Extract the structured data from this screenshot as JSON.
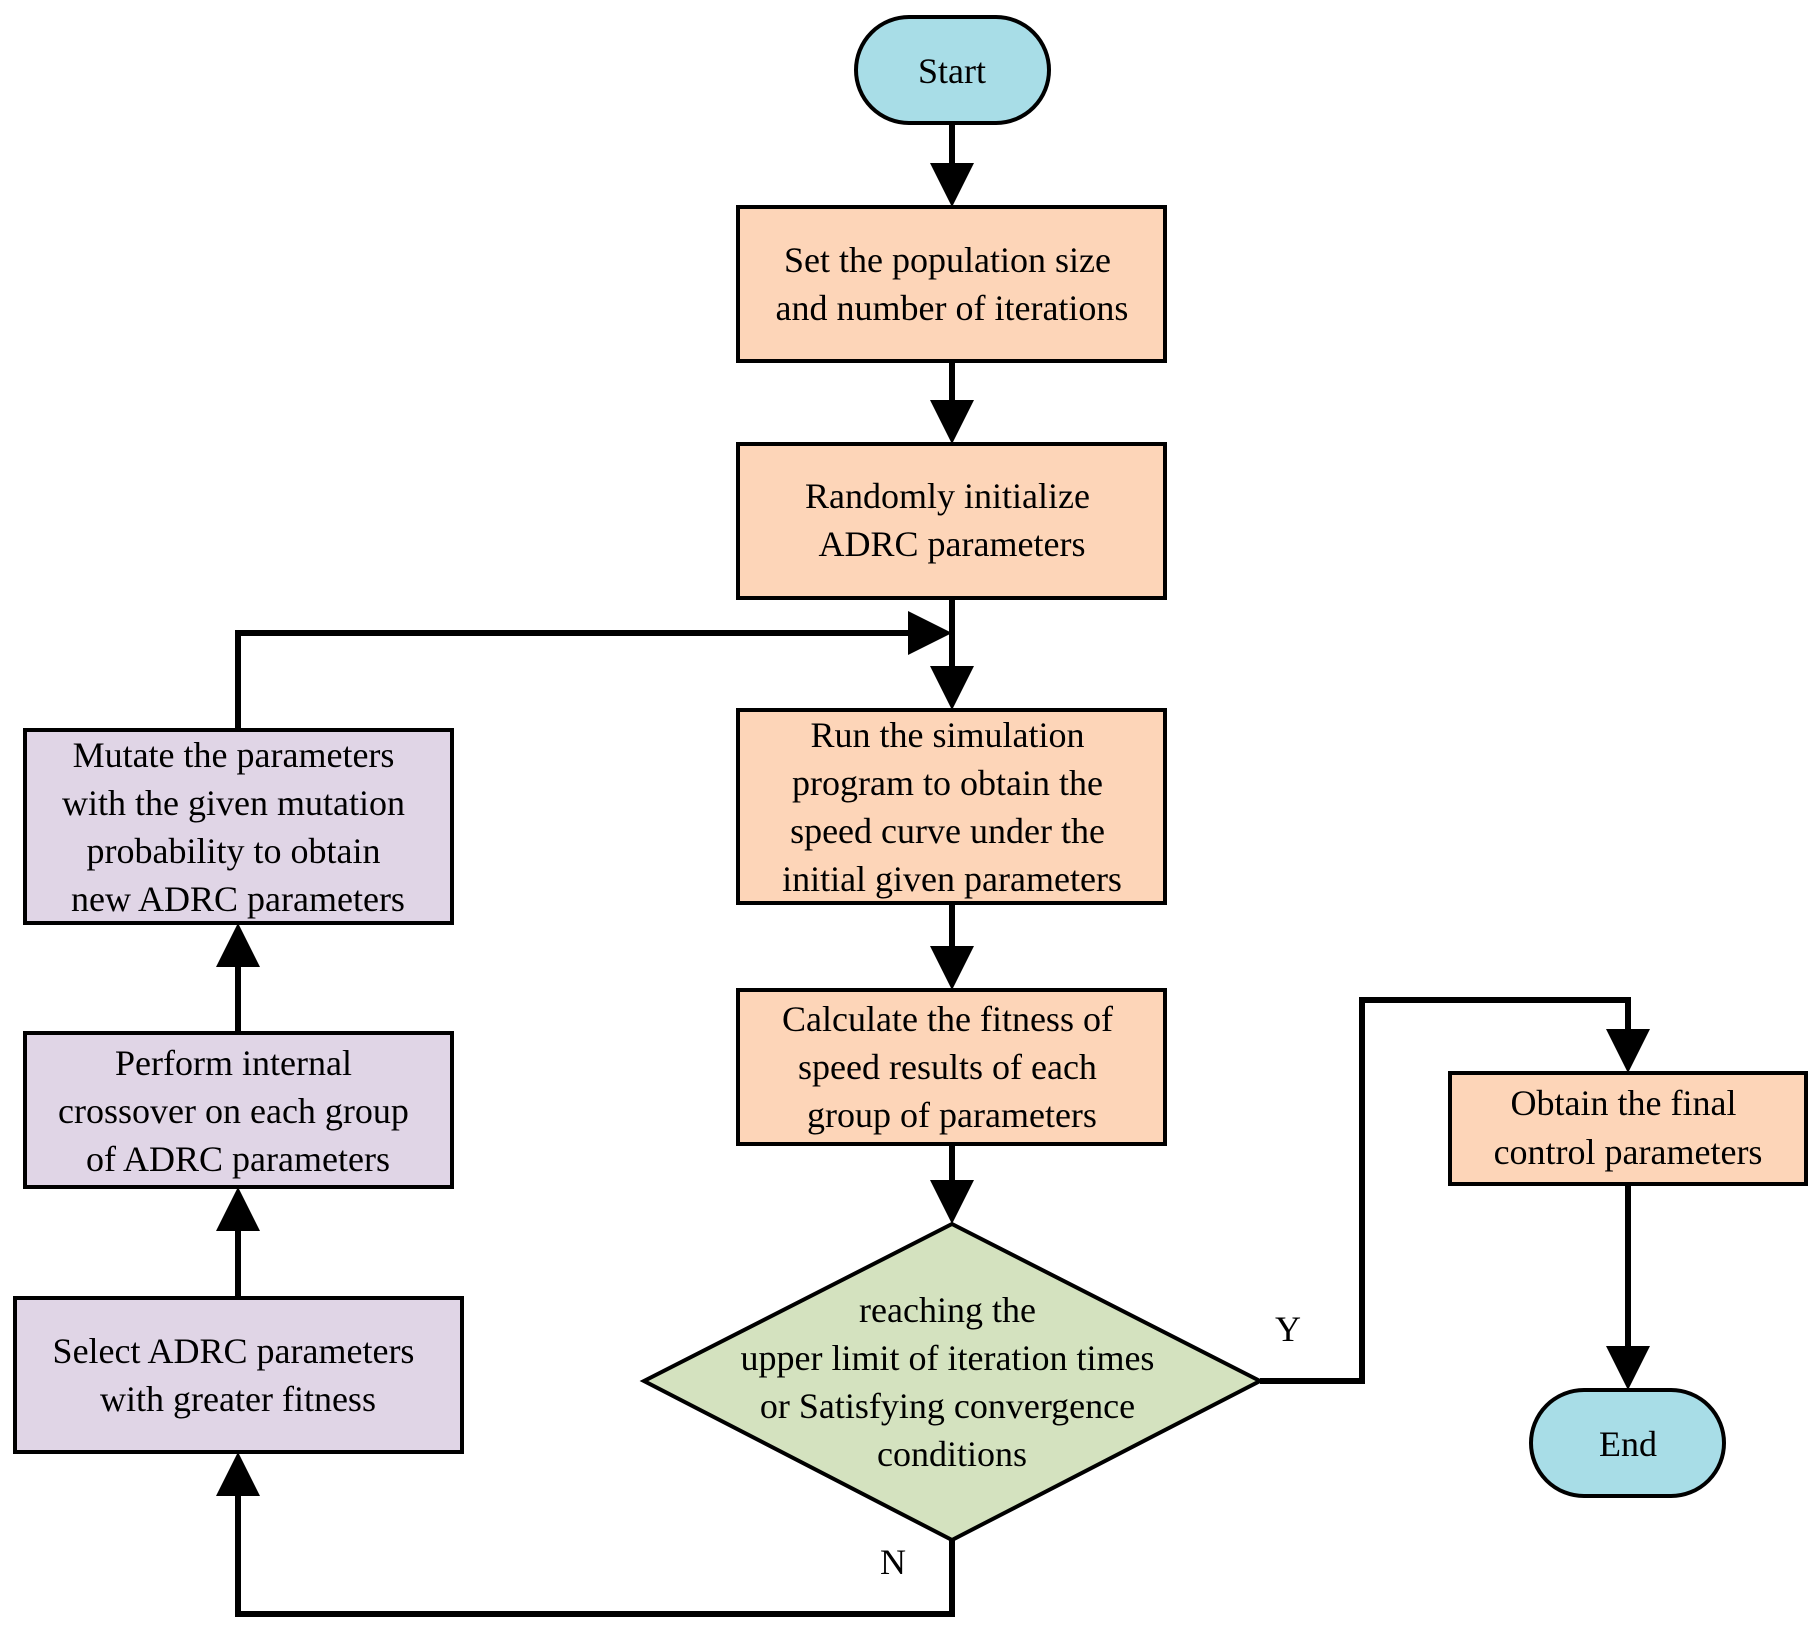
{
  "colors": {
    "terminal": "#a8dde7",
    "process": "#fdd5b8",
    "loop": "#e0d5e6",
    "decision": "#d4e2bf",
    "stroke": "#000000"
  },
  "nodes": {
    "start": {
      "lines": [
        "Start"
      ]
    },
    "set_pop": {
      "lines": [
        "Set the population size",
        "and number of iterations"
      ]
    },
    "rand_init": {
      "lines": [
        "Randomly initialize",
        "ADRC parameters"
      ]
    },
    "run_sim": {
      "lines": [
        "Run the simulation",
        "program to obtain the",
        "speed curve under the",
        "initial given parameters"
      ]
    },
    "calc_fit": {
      "lines": [
        "Calculate the fitness of",
        "speed results of each",
        "group of parameters"
      ]
    },
    "decision": {
      "lines": [
        "reaching the",
        "upper limit of iteration times",
        "or Satisfying convergence",
        "conditions"
      ]
    },
    "final": {
      "lines": [
        "Obtain the final",
        "control parameters"
      ]
    },
    "end": {
      "lines": [
        "End"
      ]
    },
    "select": {
      "lines": [
        "Select ADRC parameters",
        "with greater fitness"
      ]
    },
    "crossover": {
      "lines": [
        "Perform internal",
        "crossover on each group",
        "of ADRC parameters"
      ]
    },
    "mutate": {
      "lines": [
        "Mutate the parameters",
        "with the given mutation",
        "probability to obtain",
        "new ADRC parameters"
      ]
    }
  },
  "edge_labels": {
    "yes": "Y",
    "no": "N"
  }
}
